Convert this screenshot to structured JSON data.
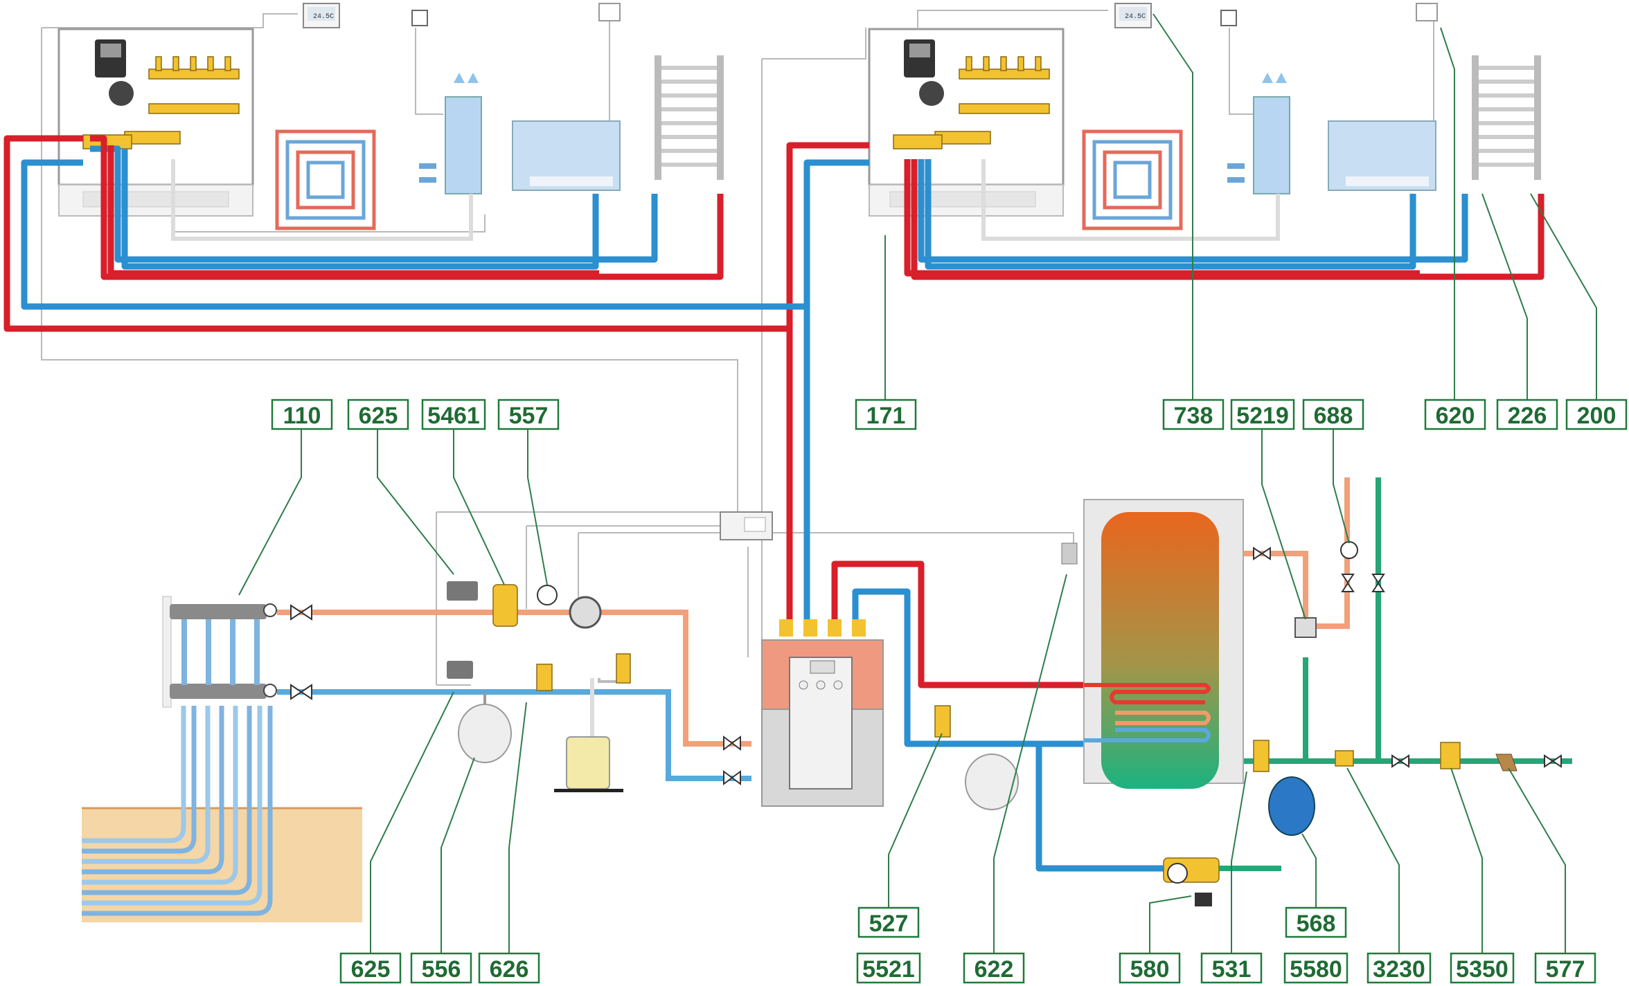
{
  "labels": [
    {
      "id": "110",
      "text": "110"
    },
    {
      "id": "625-top",
      "text": "625"
    },
    {
      "id": "5461",
      "text": "5461"
    },
    {
      "id": "557",
      "text": "557"
    },
    {
      "id": "171",
      "text": "171"
    },
    {
      "id": "738",
      "text": "738"
    },
    {
      "id": "5219",
      "text": "5219"
    },
    {
      "id": "688",
      "text": "688"
    },
    {
      "id": "620",
      "text": "620"
    },
    {
      "id": "226",
      "text": "226"
    },
    {
      "id": "200",
      "text": "200"
    },
    {
      "id": "625-bottom",
      "text": "625"
    },
    {
      "id": "556",
      "text": "556"
    },
    {
      "id": "626",
      "text": "626"
    },
    {
      "id": "527",
      "text": "527"
    },
    {
      "id": "5521",
      "text": "5521"
    },
    {
      "id": "622",
      "text": "622"
    },
    {
      "id": "580",
      "text": "580"
    },
    {
      "id": "531",
      "text": "531"
    },
    {
      "id": "568",
      "text": "568"
    },
    {
      "id": "5580",
      "text": "5580"
    },
    {
      "id": "3230",
      "text": "3230"
    },
    {
      "id": "5350",
      "text": "5350"
    },
    {
      "id": "577",
      "text": "577"
    }
  ],
  "thermostat_display": [
    "24.5C",
    "24.5C"
  ],
  "colors": {
    "hot": "#d81f2a",
    "cold": "#2b8fd0",
    "hot_light": "#f1a07a",
    "cold_light": "#58a9dc",
    "potable": "#26a676",
    "label_border": "#1f7a3a",
    "label_text": "#1f6b34",
    "brass": "#f2c230",
    "boiler_top": "#ef9a80",
    "boiler_body": "#d8d8d8",
    "ground": "#f5d6a6"
  },
  "icons": [
    "thermostat-icon",
    "room-sensor-icon",
    "fan-coil-icon",
    "wall-heater-icon",
    "towel-radiator-icon",
    "radiant-floor-loop-icon",
    "manifold-icon",
    "pump-icon",
    "expansion-tank-icon",
    "safety-valve-icon",
    "ball-valve-icon",
    "boiler-icon",
    "storage-tank-icon",
    "mixing-valve-icon",
    "geothermal-collector-icon"
  ]
}
